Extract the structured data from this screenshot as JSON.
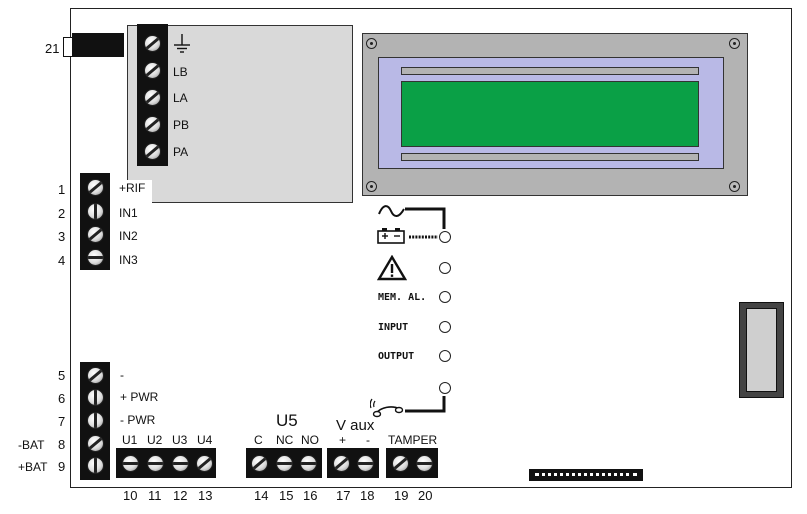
{
  "connector_label": "21",
  "top_block_labels": [
    "LB",
    "LA",
    "PB",
    "PA"
  ],
  "left_block_numbers": [
    "1",
    "2",
    "3",
    "4"
  ],
  "left_block_labels": [
    "+RIF",
    "IN1",
    "IN2",
    "IN3"
  ],
  "lower_block_numbers": [
    "5",
    "6",
    "7",
    "8",
    "9"
  ],
  "lower_block_side_labels": [
    "-BAT",
    "+BAT"
  ],
  "lower_block_labels": [
    "-",
    "+ PWR",
    "- PWR"
  ],
  "u_terminal_labels": [
    "U1",
    "U2",
    "U3",
    "U4"
  ],
  "u5_title": "U5",
  "relay_labels": [
    "C",
    "NC",
    "NO"
  ],
  "vaux_title": "V aux",
  "vaux_labels": [
    "+",
    "-"
  ],
  "tamper_label": "TAMPER",
  "bottom_numbers": [
    "10",
    "11",
    "12",
    "13",
    "14",
    "15",
    "16",
    "17",
    "18",
    "19",
    "20"
  ],
  "led_labels": [
    "MEM. AL.",
    "INPUT",
    "OUTPUT"
  ],
  "colors": {
    "lcd_frame": "#b3b3b3",
    "lcd_bezel": "#b9b9e6",
    "lcd_screen": "#0aa046",
    "pcb_plate": "#d9d9d9",
    "terminal_block": "#111111"
  },
  "icons": [
    "ground-icon",
    "ac-power-icon",
    "battery-icon",
    "warning-icon",
    "telephone-icon"
  ]
}
